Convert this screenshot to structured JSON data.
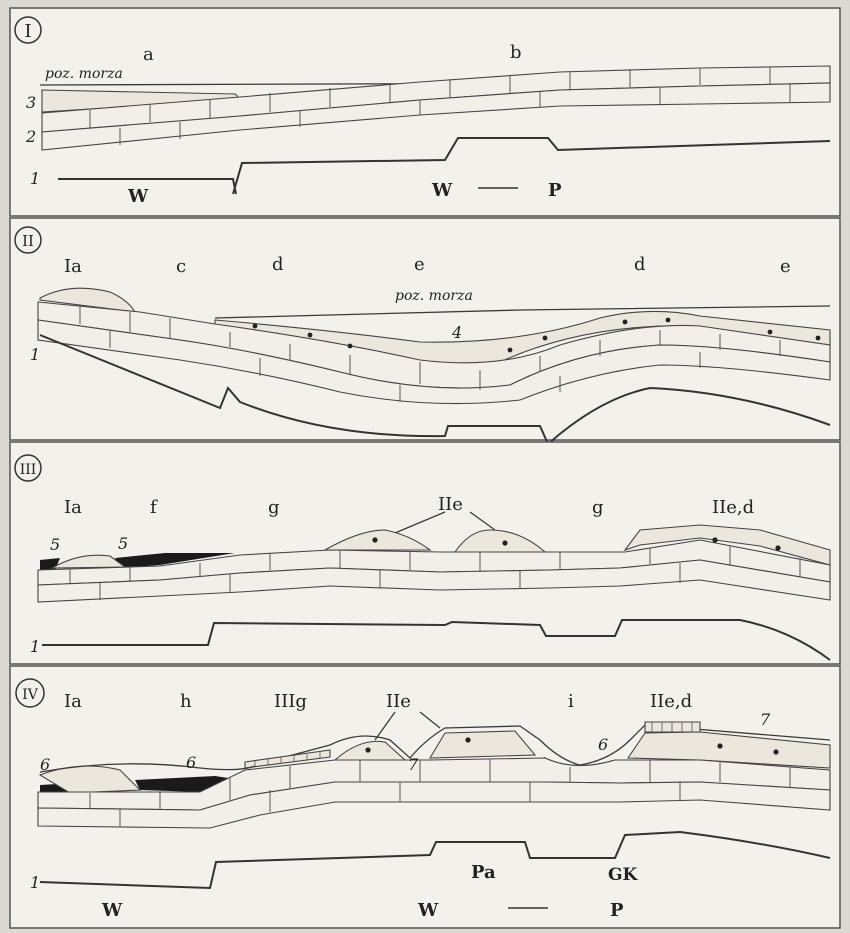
{
  "panels": [
    {
      "id": "I",
      "labels": {
        "a": "a",
        "b": "b"
      },
      "sea": "poz. morza",
      "layers": [
        "3",
        "2",
        "1"
      ],
      "basement": [
        "W",
        "W",
        "P"
      ]
    },
    {
      "id": "II",
      "labels": {
        "ia": "Ia",
        "c": "c",
        "d1": "d",
        "e1": "e",
        "d2": "d",
        "e2": "e"
      },
      "sea": "poz. morza",
      "layers": [
        "4",
        "1"
      ]
    },
    {
      "id": "III",
      "labels": {
        "ia": "Ia",
        "f": "f",
        "g1": "g",
        "iie": "IIe",
        "g2": "g",
        "iied": "IIe,d"
      },
      "layers": [
        "5",
        "5",
        "1"
      ]
    },
    {
      "id": "IV",
      "labels": {
        "ia": "Ia",
        "h": "h",
        "iiig": "IIIg",
        "iie": "IIe",
        "i": "i",
        "iied": "IIe,d"
      },
      "layers": [
        "6",
        "6",
        "7",
        "6",
        "7",
        "1"
      ],
      "basement": [
        "W",
        "W",
        "Pa",
        "GK",
        "P"
      ]
    }
  ]
}
